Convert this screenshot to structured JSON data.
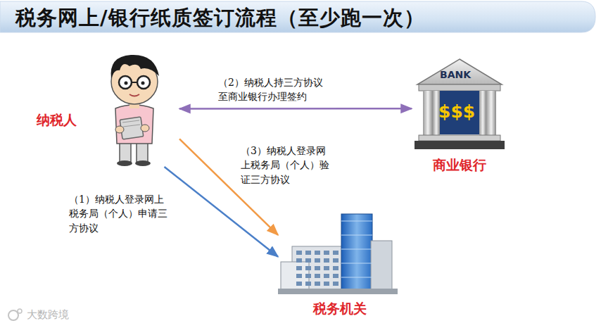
{
  "diagram": {
    "title": "税务网上/银行纸质签订流程（至少跑一次）",
    "nodes": [
      {
        "text": [
          "纳税人"
        ]
      },
      {
        "text": [
          "商业银行"
        ]
      },
      {
        "text": [
          "税务机关"
        ]
      }
    ],
    "edges": [
      {
        "from": 0,
        "to": 2,
        "arrow": "to",
        "label": "（1）纳税人登录网上税务局（个人）申请三方协议"
      },
      {
        "from": 0,
        "to": 1,
        "arrow": "both",
        "label": "（2）纳税人持三方协议至商业银行办理签约"
      },
      {
        "from": 0,
        "to": 2,
        "arrow": "to",
        "label": "（3）纳税人登录网上税务局（个人）验证三方协议"
      }
    ],
    "labels": [
      "BANK",
      "$$$",
      "大数跨境"
    ]
  }
}
